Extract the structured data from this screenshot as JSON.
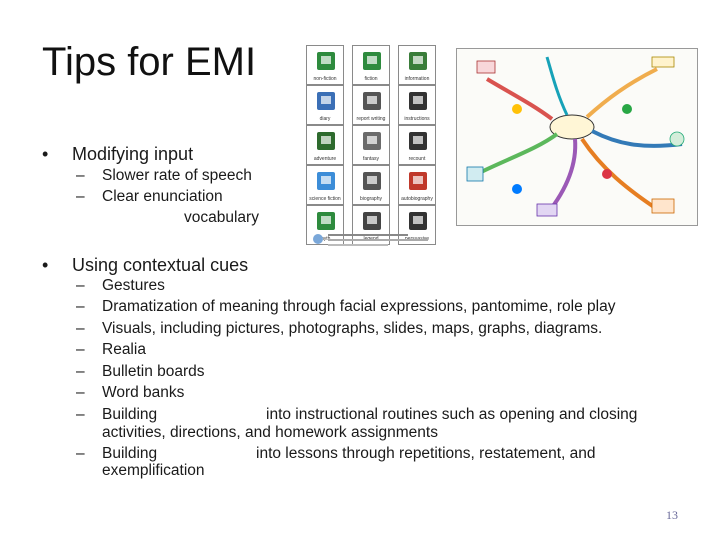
{
  "slide": {
    "title": "Tips for EMI",
    "page_number": "13"
  },
  "bullets": [
    {
      "text": "Modifying input",
      "sub_items": [
        {
          "text": "Slower rate of speech"
        },
        {
          "text": "Clear enunciation"
        },
        {
          "text": "vocabulary"
        }
      ]
    },
    {
      "text": "Using contextual cues",
      "sub_items": [
        {
          "text": "Gestures"
        },
        {
          "text": "Dramatization of meaning through facial expressions, pantomime, role play"
        },
        {
          "text": "Visuals, including pictures, photographs, slides, maps, graphs, diagrams."
        },
        {
          "text": "Realia"
        },
        {
          "text": "Bulletin boards"
        },
        {
          "text": "Word banks"
        },
        {
          "text": "Building",
          "text_b": "into instructional routines such as opening and closing",
          "text_c": "activities, directions, and homework assignments"
        },
        {
          "text": "Building",
          "text_b": "into lessons through repetitions, restatement, and",
          "text_c": "exemplification"
        }
      ]
    }
  ],
  "genre_icons": [
    {
      "label": "non-fiction",
      "color": "#2e8b3e",
      "icon": "book-icon"
    },
    {
      "label": "fiction",
      "color": "#2e8b3e",
      "icon": "book-icon"
    },
    {
      "label": "information",
      "color": "#3a7d3a",
      "icon": "info-book-icon"
    },
    {
      "label": "diary",
      "color": "#3b6fb6",
      "icon": "diary-icon"
    },
    {
      "label": "report writing",
      "color": "#555555",
      "icon": "report-icon"
    },
    {
      "label": "instructions",
      "color": "#333333",
      "icon": "instructions-icon"
    },
    {
      "label": "adventure",
      "color": "#2e6b2e",
      "icon": "adventure-icon"
    },
    {
      "label": "fantasy",
      "color": "#6b6b6b",
      "icon": "fantasy-icon"
    },
    {
      "label": "recount",
      "color": "#333333",
      "icon": "recount-icon"
    },
    {
      "label": "science fiction",
      "color": "#3c8dd8",
      "icon": "science-fiction-icon"
    },
    {
      "label": "biography",
      "color": "#555555",
      "icon": "biography-icon"
    },
    {
      "label": "autobiography",
      "color": "#c0392b",
      "icon": "autobiography-icon"
    },
    {
      "label": "myth",
      "color": "#2e8b3e",
      "icon": "myth-icon"
    },
    {
      "label": "legend",
      "color": "#444444",
      "icon": "legend-icon"
    },
    {
      "label": "persuasive",
      "color": "#333333",
      "icon": "persuasive-icon"
    }
  ],
  "colors": {
    "grid_border": "#8a8a8a",
    "page_number": "#6a6a9a"
  }
}
